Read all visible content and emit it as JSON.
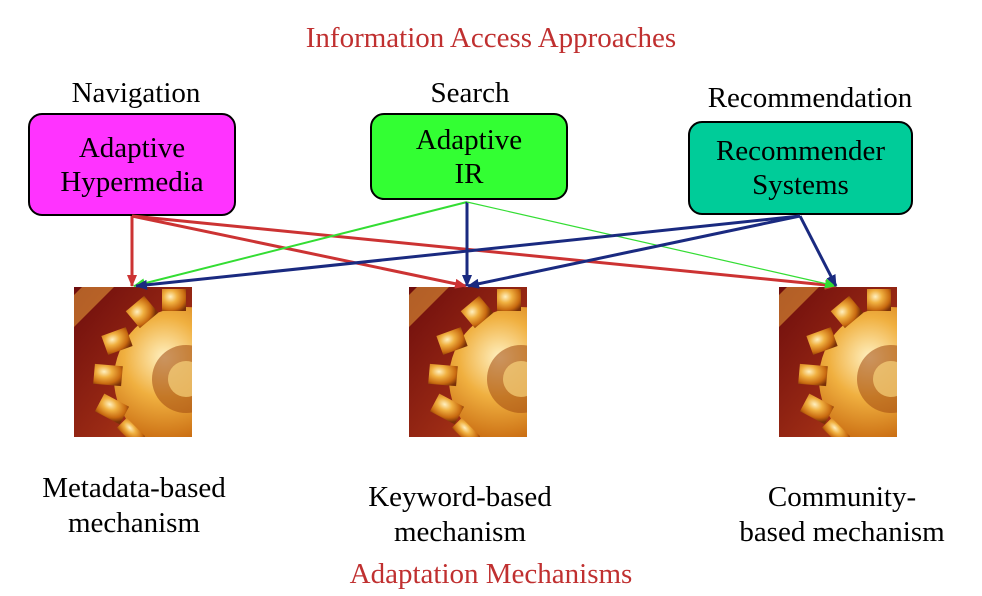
{
  "diagram": {
    "top_title": "Information Access Approaches",
    "bottom_title": "Adaptation Mechanisms",
    "approaches": [
      {
        "category": "Navigation",
        "box_line1": "Adaptive",
        "box_line2": "Hypermedia",
        "fill": "#ff33ff"
      },
      {
        "category": "Search",
        "box_line1": "Adaptive",
        "box_line2": "IR",
        "fill": "#33ff33"
      },
      {
        "category": "Recommendation",
        "box_line1": "Recommender",
        "box_line2": "Systems",
        "fill": "#00cc99"
      }
    ],
    "mechanisms": [
      {
        "line1": "Metadata-based",
        "line2": "mechanism",
        "icon": "gear-icon"
      },
      {
        "line1": "Keyword-based",
        "line2": "mechanism",
        "icon": "gear-icon"
      },
      {
        "line1": "Community-",
        "line2": "based mechanism",
        "icon": "gear-icon"
      }
    ],
    "connections": [
      {
        "from": "Adaptive Hypermedia",
        "to": "Metadata-based mechanism",
        "color": "#cc3333"
      },
      {
        "from": "Adaptive Hypermedia",
        "to": "Keyword-based mechanism",
        "color": "#cc3333"
      },
      {
        "from": "Adaptive Hypermedia",
        "to": "Community-based mechanism",
        "color": "#cc3333"
      },
      {
        "from": "Adaptive IR",
        "to": "Metadata-based mechanism",
        "color": "#33dd33"
      },
      {
        "from": "Adaptive IR",
        "to": "Keyword-based mechanism",
        "color": "#1a2a80"
      },
      {
        "from": "Adaptive IR",
        "to": "Community-based mechanism",
        "color": "#33dd33"
      },
      {
        "from": "Recommender Systems",
        "to": "Metadata-based mechanism",
        "color": "#1a2a80"
      },
      {
        "from": "Recommender Systems",
        "to": "Keyword-based mechanism",
        "color": "#1a2a80"
      },
      {
        "from": "Recommender Systems",
        "to": "Community-based mechanism",
        "color": "#1a2a80"
      }
    ],
    "colors": {
      "title": "#c03030",
      "red_arrow": "#cc3333",
      "green_arrow": "#33dd33",
      "navy_arrow": "#1a2a80"
    }
  }
}
